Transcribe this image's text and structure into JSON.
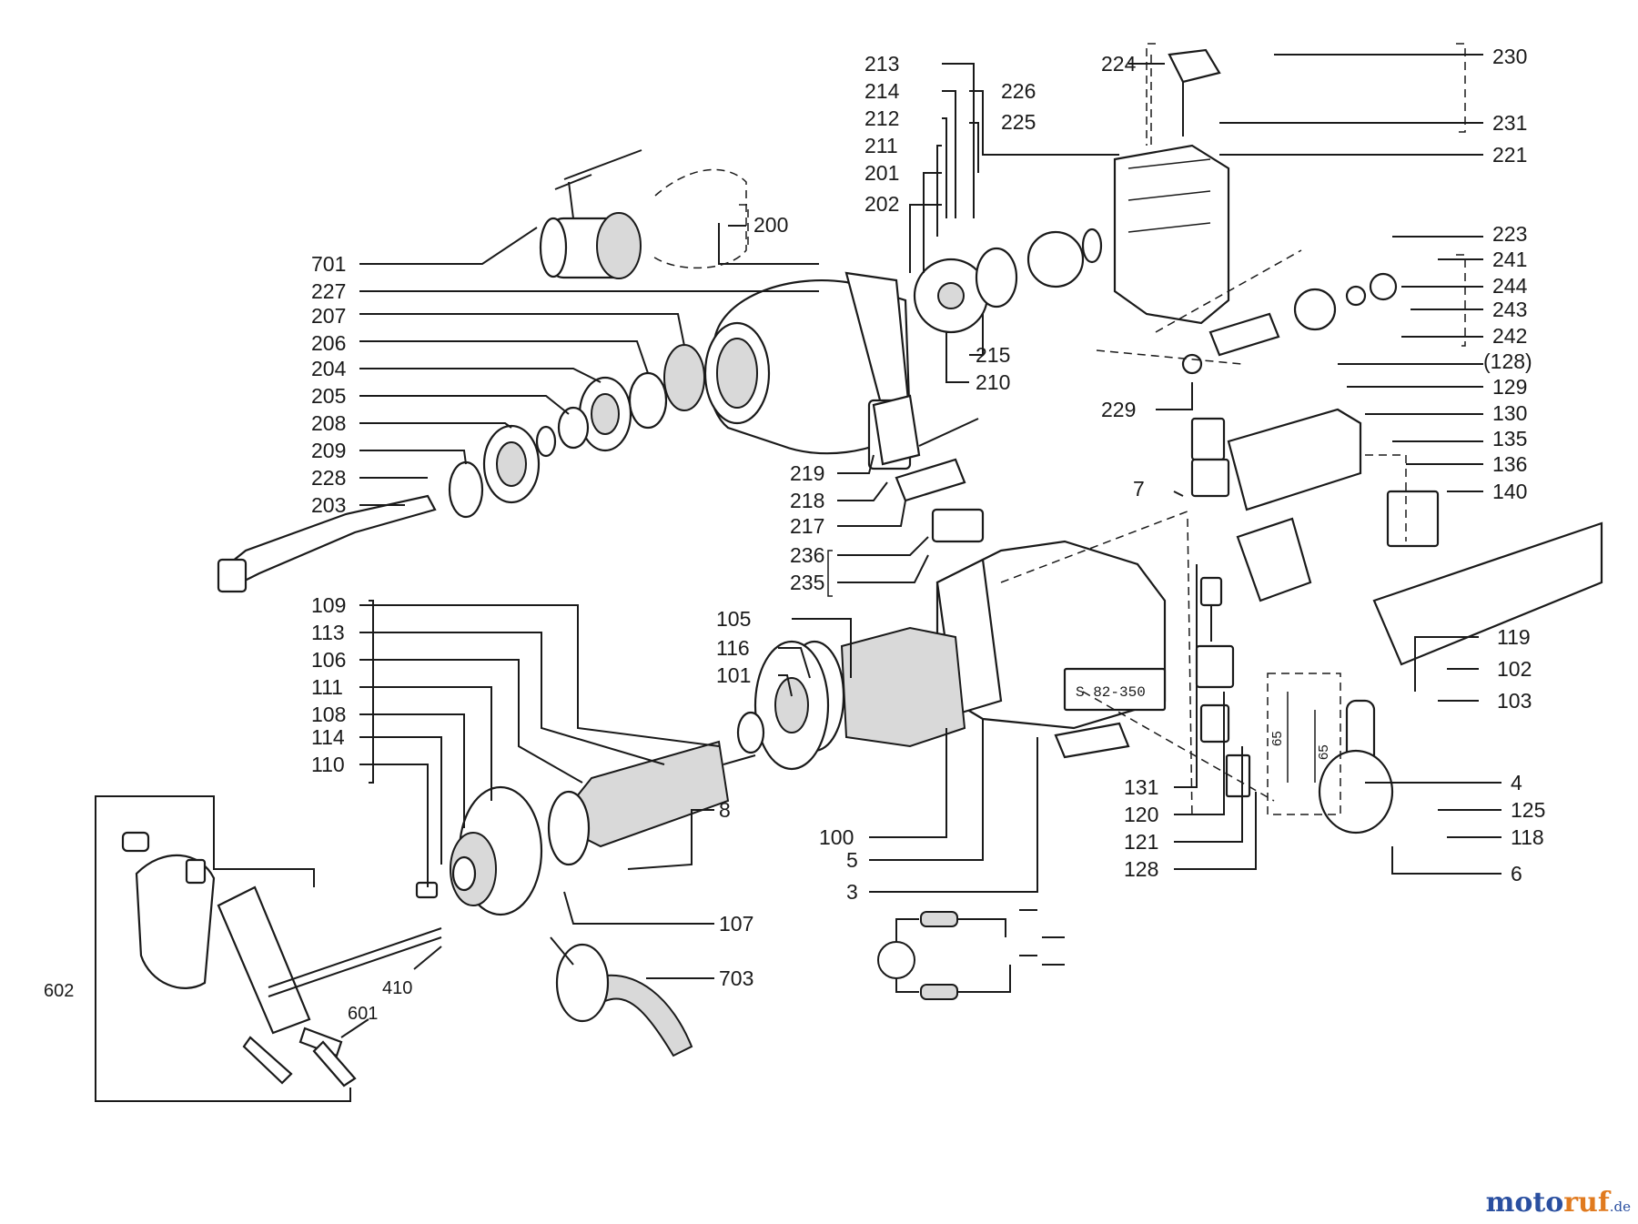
{
  "diagram": {
    "labels": {
      "l230": "230",
      "l231": "231",
      "l221": "221",
      "l224": "224",
      "l213": "213",
      "l214": "214",
      "l212": "212",
      "l211": "211",
      "l201": "201",
      "l202": "202",
      "l226": "226",
      "l225": "225",
      "l701": "701",
      "l227": "227",
      "l207": "207",
      "l206": "206",
      "l204": "204",
      "l205": "205",
      "l208": "208",
      "l209": "209",
      "l228": "228",
      "l203": "203",
      "l200": "200",
      "l215": "215",
      "l210": "210",
      "l223": "223",
      "l241": "241",
      "l244": "244",
      "l243": "243",
      "l242": "242",
      "l128p": "(128)",
      "l129": "129",
      "l130": "130",
      "l135": "135",
      "l136": "136",
      "l140": "140",
      "l229": "229",
      "l7": "7",
      "l219": "219",
      "l218": "218",
      "l217": "217",
      "l236": "236",
      "l235": "235",
      "l109": "109",
      "l113": "113",
      "l106": "106",
      "l111": "111",
      "l108": "108",
      "l114": "114",
      "l110": "110",
      "l105": "105",
      "l116": "116",
      "l101": "101",
      "l119": "119",
      "l102": "102",
      "l103": "103",
      "l131": "131",
      "l120": "120",
      "l121": "121",
      "l128": "128",
      "l4": "4",
      "l125": "125",
      "l118": "118",
      "l6": "6",
      "l100": "100",
      "l5": "5",
      "l3": "3",
      "l8": "8",
      "l107": "107",
      "l703": "703",
      "l602": "602",
      "l601": "601",
      "l410": "410"
    },
    "nameplate": "S 82-350",
    "dim_a": "65",
    "dim_b": "65"
  },
  "watermark": {
    "part1": "moto",
    "part2": "ruf",
    "part3": ".de"
  }
}
